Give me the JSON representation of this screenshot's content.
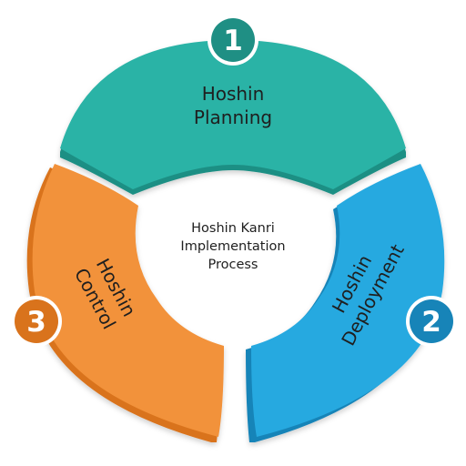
{
  "center": {
    "line1": "Hoshin Kanri",
    "line2": "Implementation",
    "line3": "Process"
  },
  "segments": [
    {
      "number": "1",
      "line1": "Hoshin",
      "line2": "Planning",
      "color": "#2bb3a6",
      "shade": "#1f8f84"
    },
    {
      "number": "2",
      "line1": "Hoshin",
      "line2": "Deployment",
      "color": "#28a9e0",
      "shade": "#1784b8"
    },
    {
      "number": "3",
      "line1": "Hoshin",
      "line2": "Control",
      "color": "#f2923a",
      "shade": "#d9731c"
    }
  ]
}
